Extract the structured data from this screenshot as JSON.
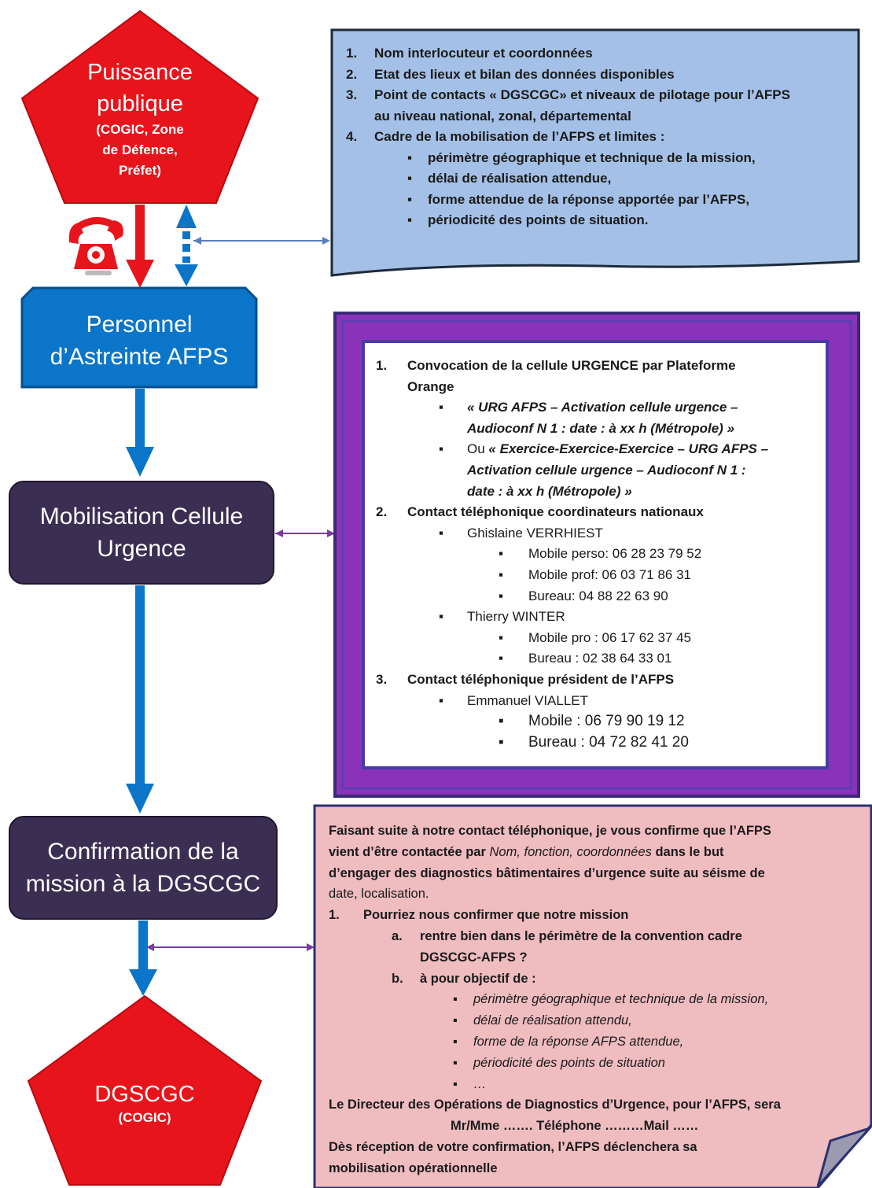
{
  "shapes": {
    "top": {
      "title1": "Puissance",
      "title2": "publique",
      "sub": "(COGIC, Zone de Défence, Préfet)"
    },
    "astreinte": {
      "line1": "Personnel",
      "line2": "d’Astreinte AFPS"
    },
    "mobilisation": {
      "line1": "Mobilisation Cellule",
      "line2": "Urgence"
    },
    "confirmation": {
      "line1": "Confirmation de la",
      "line2": "mission à la DGSCGC"
    },
    "bottom": {
      "title": "DGSCGC",
      "sub": "(COGIC)"
    }
  },
  "colors": {
    "red": "#e8141b",
    "blue": "#0a75c9",
    "dark": "#3a2e53",
    "lightblue": "#a4c0e6",
    "purple": "#8a33b9",
    "pink": "#efbcc0"
  },
  "panel1": {
    "items": [
      {
        "num": "1.",
        "text": "Nom interlocuteur et coordonnées"
      },
      {
        "num": "2.",
        "text": "Etat des lieux et bilan des données disponibles"
      },
      {
        "num": "3.",
        "text": "Point de contacts « DGSCGC» et niveaux de pilotage pour l’AFPS"
      },
      {
        "num": "",
        "text": "au niveau national, zonal, départemental"
      },
      {
        "num": "4.",
        "text": "Cadre de la mobilisation de l’AFPS et limites :"
      }
    ],
    "bullets": [
      "périmètre géographique et technique de la mission,",
      "délai de réalisation attendue,",
      "forme attendue de la réponse apportée par l’AFPS,",
      "périodicité des points de situation."
    ]
  },
  "panel2": {
    "item1": {
      "num": "1.",
      "line1": "Convocation de la cellule URGENCE par Plateforme",
      "line2": "Orange"
    },
    "conv": [
      {
        "l1": "« URG AFPS – Activation cellule urgence –",
        "l2": "Audioconf N 1 : date : à xx h (Métropole)  »"
      },
      {
        "l0": "Ou",
        "l1": "« Exercice-Exercice-Exercice – URG AFPS –",
        "l2": "Activation cellule urgence – Audioconf N 1 :",
        "l3": "date : à xx h (Métropole)  »"
      }
    ],
    "item2": {
      "num": "2.",
      "text": "Contact téléphonique coordinateurs nationaux"
    },
    "p1": {
      "name": "Ghislaine VERRHIEST",
      "lines": [
        "Mobile perso:  06 28 23 79 52",
        "Mobile prof: 06 03 71 86 31",
        "Bureau: 04 88 22 63 90"
      ]
    },
    "p2": {
      "name": "Thierry WINTER",
      "lines": [
        "Mobile pro : 06 17 62 37 45",
        "Bureau : 02 38 64 33 01"
      ]
    },
    "item3": {
      "num": "3.",
      "text": "Contact téléphonique président de l’AFPS"
    },
    "p3": {
      "name": "Emmanuel VIALLET",
      "lines": [
        "Mobile : 06 79 90 19 12",
        "Bureau : 04 72 82 41 20"
      ]
    }
  },
  "panel3": {
    "intro1": "Faisant suite à notre contact téléphonique, je vous confirme que l’AFPS",
    "intro2a": "vient d’être contactée par ",
    "intro2b": "Nom, fonction, coordonnées",
    "intro2c": " dans le but",
    "intro3": "d’engager des diagnostics bâtimentaires d’urgence suite au séisme de",
    "intro4": "date, localisation.",
    "q_num": "1.",
    "q_text": "Pourriez nous confirmer que notre mission",
    "a_num": "a.",
    "a_l1": "rentre bien dans le périmètre de la convention cadre",
    "a_l2": "DGSCGC-AFPS ?",
    "b_num": "b.",
    "b_text": "à pour objectif de :",
    "bullets": [
      "périmètre géographique et technique de la mission,",
      "délai de réalisation attendu,",
      "forme de la réponse AFPS attendue,",
      "périodicité des points de situation",
      "…"
    ],
    "dir1": "Le Directeur des Opérations de Diagnostics d’Urgence, pour l’AFPS, sera",
    "dir2": "Mr/Mme ……. Téléphone ………Mail ……",
    "end1": "Dès réception de votre confirmation, l’AFPS déclenchera sa",
    "end2": "mobilisation opérationnelle"
  }
}
